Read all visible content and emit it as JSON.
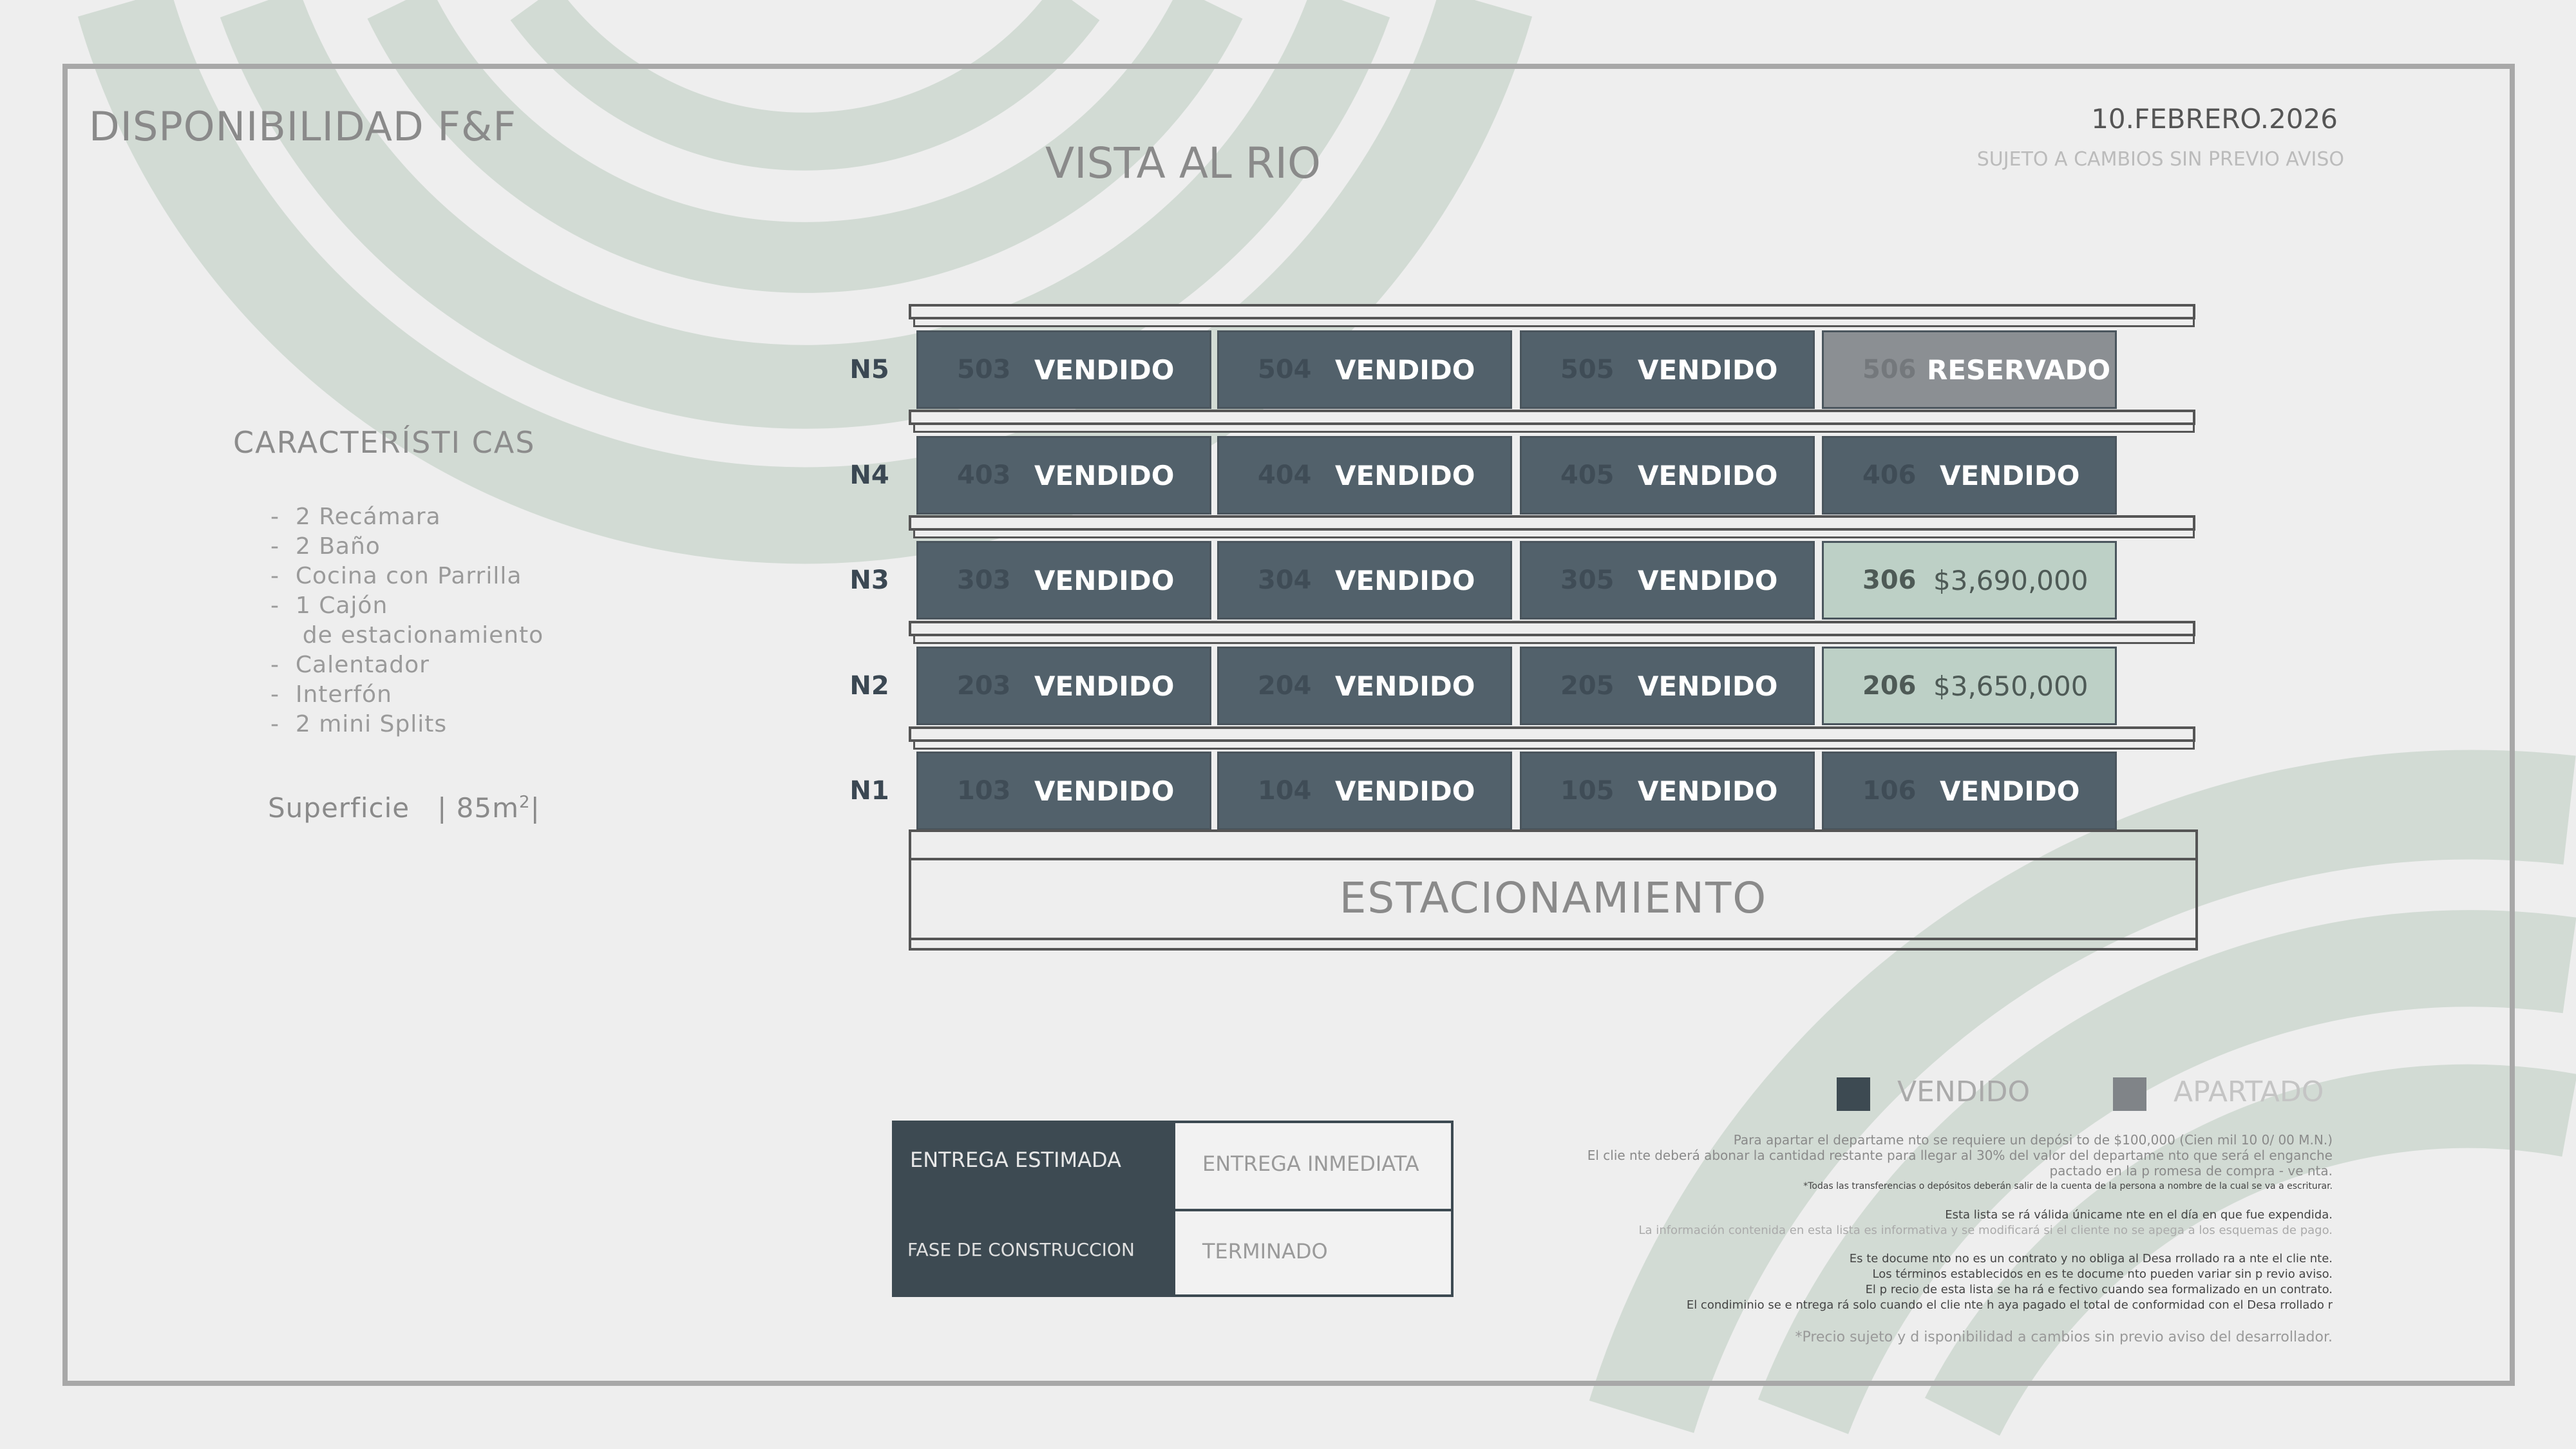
{
  "header": {
    "title": "DISPONIBILIDAD F&F",
    "subtitle": "VISTA AL RIO",
    "date": "10.FEBRERO.2026",
    "notice": "SUJETO A CAMBIOS SIN PREVIO  AVISO"
  },
  "features": {
    "title": "CARACTERÍSTI CAS",
    "items": [
      "-  2 Recámara",
      "-  2 Baño",
      "-  Cocina con Parrilla",
      "-  1 Cajón",
      "    de estacionamiento",
      "-  Calentador",
      "-  Interfón",
      "-  2 mini Splits"
    ],
    "surface_label": "Superficie",
    "surface_value": "85m",
    "surface_exp": "2"
  },
  "colors": {
    "sold": "#52616b",
    "reserved": "#8b8f93",
    "available": "#bdd0c6"
  },
  "building": {
    "floors": [
      {
        "label": "N5",
        "units": [
          {
            "num": "503",
            "status": "sold",
            "text": "VENDIDO"
          },
          {
            "num": "504",
            "status": "sold",
            "text": "VENDIDO"
          },
          {
            "num": "505",
            "status": "sold",
            "text": "VENDIDO"
          },
          {
            "num": "506",
            "status": "reserved",
            "text": "RESERVADO"
          }
        ]
      },
      {
        "label": "N4",
        "units": [
          {
            "num": "403",
            "status": "sold",
            "text": "VENDIDO"
          },
          {
            "num": "404",
            "status": "sold",
            "text": "VENDIDO"
          },
          {
            "num": "405",
            "status": "sold",
            "text": "VENDIDO"
          },
          {
            "num": "406",
            "status": "sold",
            "text": "VENDIDO"
          }
        ]
      },
      {
        "label": "N3",
        "units": [
          {
            "num": "303",
            "status": "sold",
            "text": "VENDIDO"
          },
          {
            "num": "304",
            "status": "sold",
            "text": "VENDIDO"
          },
          {
            "num": "305",
            "status": "sold",
            "text": "VENDIDO"
          },
          {
            "num": "306",
            "status": "avail",
            "text": "$3,690,000"
          }
        ]
      },
      {
        "label": "N2",
        "units": [
          {
            "num": "203",
            "status": "sold",
            "text": "VENDIDO"
          },
          {
            "num": "204",
            "status": "sold",
            "text": "VENDIDO"
          },
          {
            "num": "205",
            "status": "sold",
            "text": "VENDIDO"
          },
          {
            "num": "206",
            "status": "avail",
            "text": "$3,650,000"
          }
        ]
      },
      {
        "label": "N1",
        "units": [
          {
            "num": "103",
            "status": "sold",
            "text": "VENDIDO"
          },
          {
            "num": "104",
            "status": "sold",
            "text": "VENDIDO"
          },
          {
            "num": "105",
            "status": "sold",
            "text": "VENDIDO"
          },
          {
            "num": "106",
            "status": "sold",
            "text": "VENDIDO"
          }
        ]
      }
    ],
    "parking_label": "ESTACIONAMIENTO"
  },
  "delivery": {
    "row1_label": "ENTREGA ESTIMADA",
    "row1_value": "ENTREGA INMEDIATA",
    "row2_label": "FASE DE CONSTRUCCION",
    "row2_value": "TERMINADO"
  },
  "legend": {
    "sold": "VENDIDO",
    "reserved": "APARTADO"
  },
  "fine_print": [
    "Para apartar el departame nto se requiere un depósi to de $100,000 (Cien mil 10  0/ 00 M.N.)",
    "El clie nte deberá abonar la cantidad restante para llegar al 30% del valor del departame    nto que será el enganche",
    "pactado en la p romesa de compra - ve nta.",
    "*Todas las transferencias o depósitos deberán salir de la cuenta de la persona a nombre de la cual se va a escriturar.",
    "Esta lista se  rá válida únicame   nte en el día en que fue      expendida.",
    "La información contenida en esta lista es informativa y se modificará si el cliente no se apega a los esquemas de pago.",
    "Es te docume  nto no es un   contrato y no obliga al   Desa rrollado ra a nte el clie nte.",
    "Los términos establecidos en es    te docume  nto pueden   variar sin p revio aviso.",
    "El p recio de esta lista se ha    rá e fectivo cuando sea   formalizado en un    contrato.",
    "El condiminio se e  ntrega rá solo cuando el clie   nte h aya pagado el   total de  conformidad  con el  Desa rrollado r",
    "*Precio sujeto y d isponibilidad a cambios sin previo aviso del desarrollador."
  ]
}
